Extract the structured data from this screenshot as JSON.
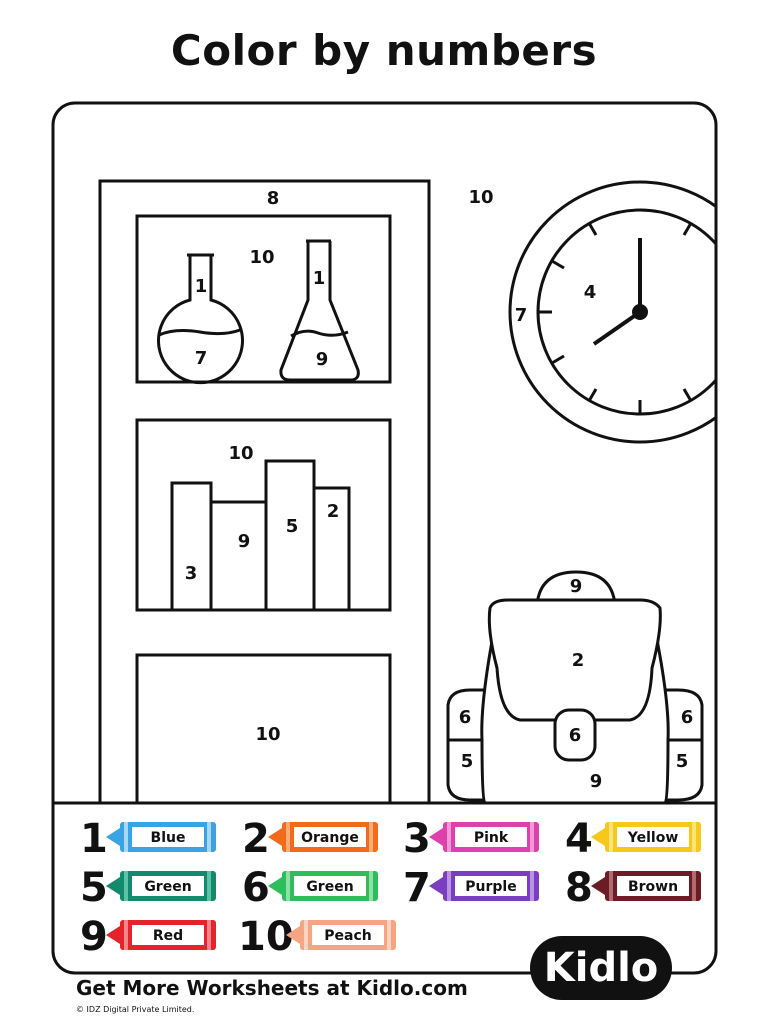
{
  "title": "Color by numbers",
  "scene_numbers": {
    "shelf_top": "8",
    "wall": "10",
    "shelf1_bg": "10",
    "flask_round_neck": "1",
    "flask_round_liquid": "7",
    "flask_cone_neck": "1",
    "flask_cone_liquid": "9",
    "shelf2_bg": "10",
    "book1": "3",
    "book2": "9",
    "book3": "5",
    "book4": "2",
    "cabinet": "10",
    "clock_rim": "7",
    "clock_face": "4",
    "bag_handle": "9",
    "bag_flap": "2",
    "bag_clasp": "6",
    "bag_body": "9",
    "bag_left_pocket_top": "6",
    "bag_left_pocket_bottom": "5",
    "bag_right_pocket_top": "6",
    "bag_right_pocket_bottom": "5"
  },
  "legend": [
    {
      "num": "1",
      "label": "Blue",
      "color": "#3aa3e3",
      "light": "#a9d8f5"
    },
    {
      "num": "2",
      "label": "Orange",
      "color": "#f26b1d",
      "light": "#f9ae7a"
    },
    {
      "num": "3",
      "label": "Pink",
      "color": "#e03fae",
      "light": "#f19ad5"
    },
    {
      "num": "4",
      "label": "Yellow",
      "color": "#f6c81a",
      "light": "#fbe27a"
    },
    {
      "num": "5",
      "label": "Green",
      "color": "#138a6e",
      "light": "#5cc3a8"
    },
    {
      "num": "6",
      "label": "Green",
      "color": "#2ebd5b",
      "light": "#8fe0a5"
    },
    {
      "num": "7",
      "label": "Purple",
      "color": "#7a3fc0",
      "light": "#b894e3"
    },
    {
      "num": "8",
      "label": "Brown",
      "color": "#6b1c24",
      "light": "#b06a70"
    },
    {
      "num": "9",
      "label": "Red",
      "color": "#e5232b",
      "light": "#f4878b"
    },
    {
      "num": "10",
      "label": "Peach",
      "color": "#f7a483",
      "light": "#fbd3c2"
    }
  ],
  "footer": "Get More Worksheets at Kidlo.com",
  "copyright": "© IDZ Digital Private Limited.",
  "logo": "Kidlo"
}
